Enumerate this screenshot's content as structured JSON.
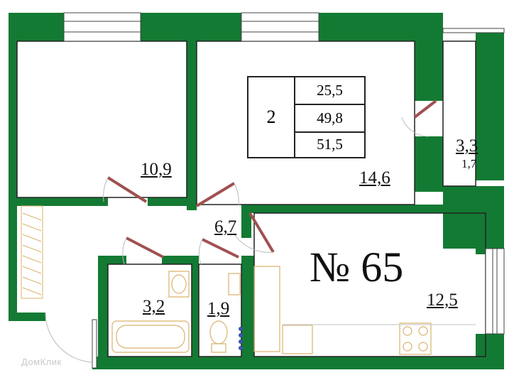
{
  "colors": {
    "wall": "#137a33",
    "line": "#222222",
    "door": "#c47f7f"
  },
  "summary": {
    "rooms_count": "2",
    "living_area": "25,5",
    "total_area": "49,8",
    "total_with_balcony": "51,5"
  },
  "apartment_number": "№ 65",
  "rooms": {
    "bedroom": "10,9",
    "living_room": "14,6",
    "balcony_area": "3,3",
    "balcony_coef": "1,7",
    "hallway": "6,7",
    "kitchen": "12,5",
    "bathroom": "3,2",
    "toilet": "1,9"
  },
  "watermark": "ДомКлик"
}
